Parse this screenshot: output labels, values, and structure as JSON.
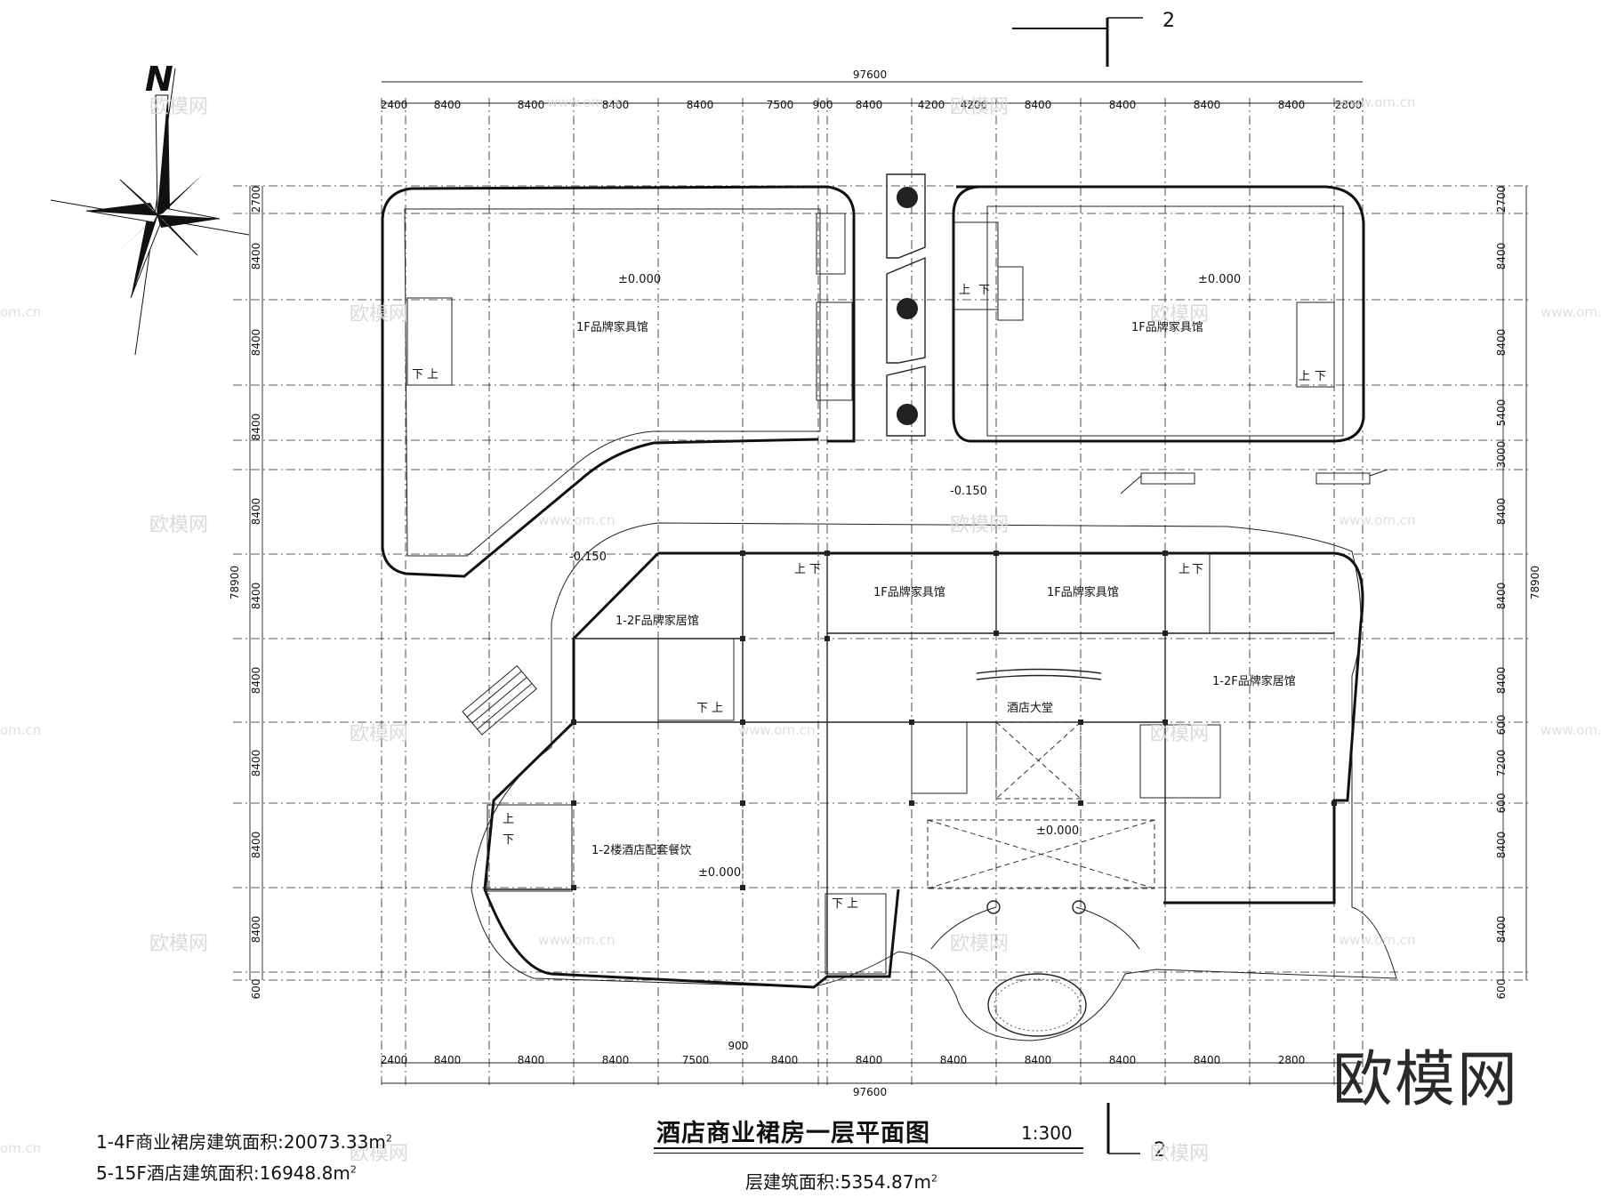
{
  "drawing": {
    "title": "酒店商业裙房一层平面图",
    "scale": "1:300",
    "floor_area_label": "层建筑面积:5354.87m",
    "area_sup": "2",
    "area_notes": [
      "1-4F商业裙房建筑面积:20073.33m",
      "5-15F酒店建筑面积:16948.8m"
    ],
    "section_marker": "2",
    "north_label": "N",
    "watermark_big": "欧模网",
    "watermark_small": "欧模网",
    "watermark_url": "www.om.cn",
    "watermark_url_alt": "om.cn"
  },
  "dimensions": {
    "top_total": "97600",
    "top_segments": [
      "2400",
      "8400",
      "8400",
      "8400",
      "8400",
      "7500",
      "900",
      "8400",
      "4200",
      "4200",
      "8400",
      "8400",
      "8400",
      "8400",
      "2800"
    ],
    "bottom_total": "97600",
    "bottom_segments": [
      "2400",
      "8400",
      "8400",
      "8400",
      "7500",
      "900",
      "8400",
      "8400",
      "8400",
      "8400",
      "8400",
      "8400",
      "2800"
    ],
    "left_total": "78900",
    "left_segments": [
      "2700",
      "8400",
      "8400",
      "8400",
      "8400",
      "8400",
      "8400",
      "8400",
      "8400",
      "8400",
      "600"
    ],
    "right_total": "78900",
    "right_segments": [
      "2700",
      "8400",
      "8400",
      "5400",
      "3000",
      "8400",
      "8400",
      "8400",
      "600",
      "7200",
      "600",
      "8400",
      "8400",
      "600"
    ]
  },
  "rooms": {
    "nw_hall": "1F品牌家具馆",
    "ne_hall": "1F品牌家具馆",
    "south_hall_1": "1F品牌家具馆",
    "south_hall_2": "1F品牌家具馆",
    "sw_hall": "1-2F品牌家居馆",
    "se_hall": "1-2F品牌家居馆",
    "hotel_lobby": "酒店大堂",
    "restaurant": "1-2楼酒店配套餐饮"
  },
  "levels": {
    "nw": "±0.000",
    "ne": "±0.000",
    "plaza_w": "-0.150",
    "plaza_e": "-0.150",
    "restaurant": "±0.000",
    "court": "±0.000"
  },
  "stair_marks": {
    "up": "上",
    "down": "下"
  }
}
